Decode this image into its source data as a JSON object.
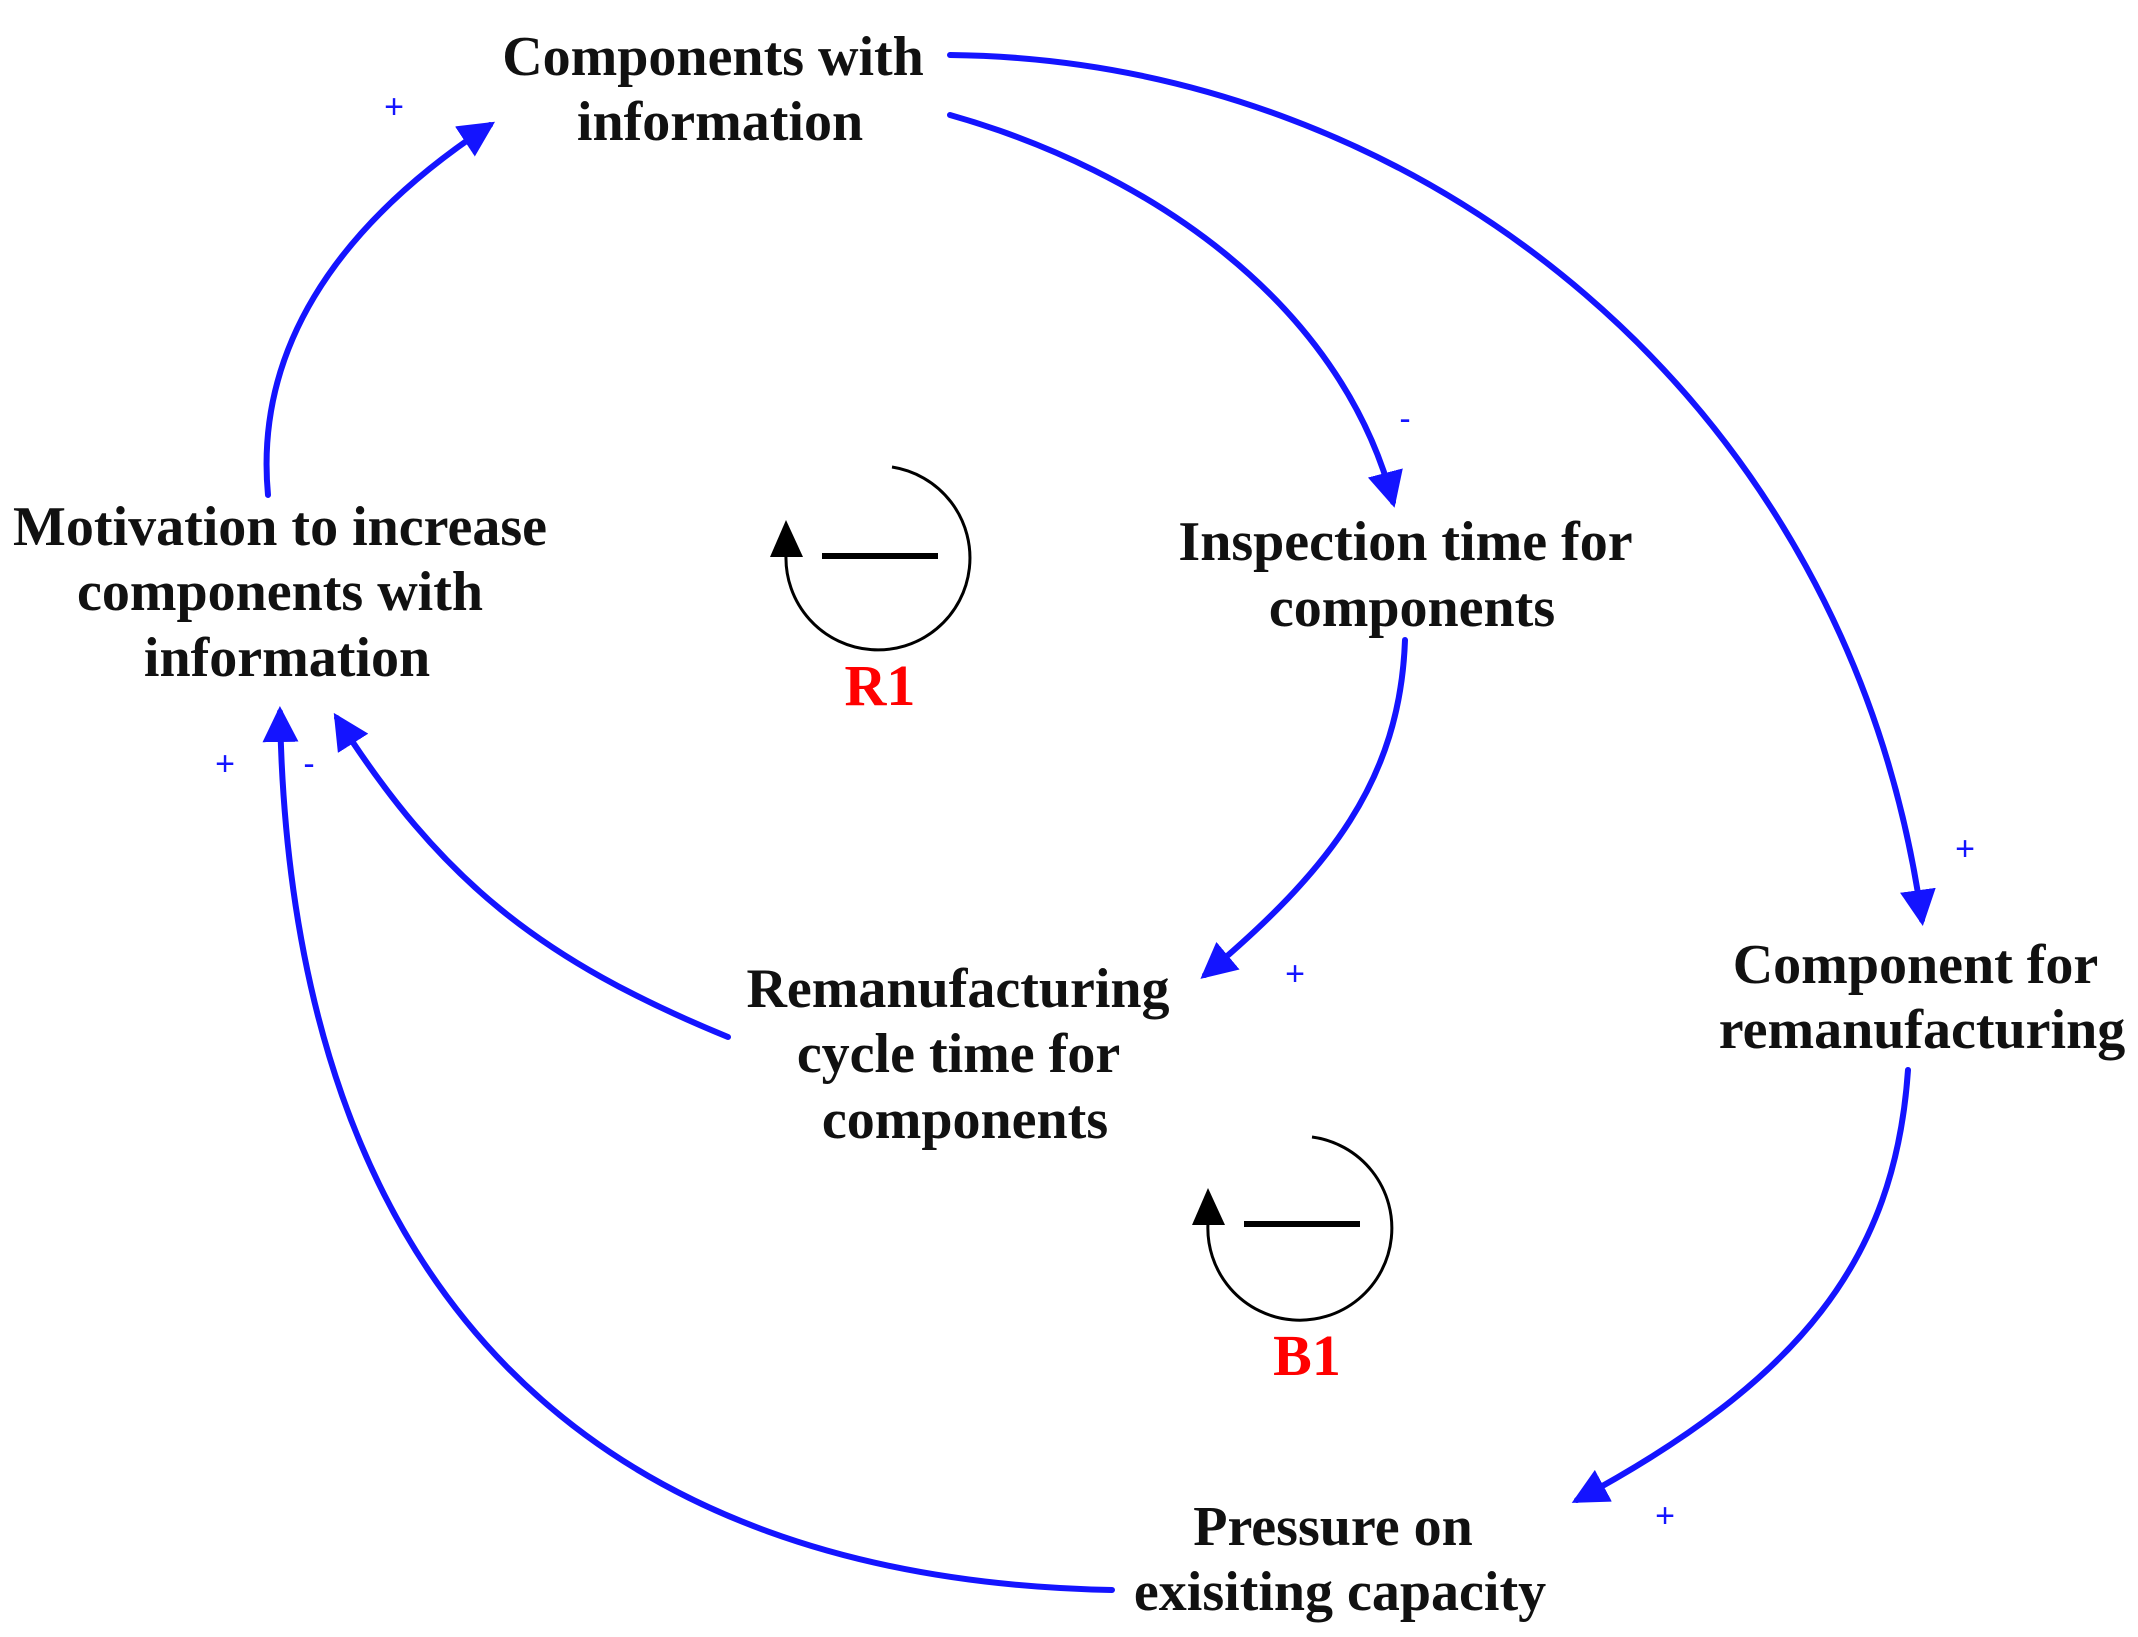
{
  "colors": {
    "link": "#1414ff",
    "loop_label": "#ff0000",
    "text": "#111111",
    "polarity": "#1414ff"
  },
  "nodes": {
    "components_with_information": [
      "Components with",
      "information"
    ],
    "inspection_time": [
      "Inspection time for",
      "components"
    ],
    "motivation": [
      "Motivation to increase",
      "components with",
      "information"
    ],
    "remanufacturing_cycle_time": [
      "Remanufacturing",
      "cycle time for",
      "components"
    ],
    "component_for_remanufacturing": [
      "Component for",
      "remanufacturing"
    ],
    "pressure_on_capacity": [
      "Pressure on",
      "exisiting capacity"
    ]
  },
  "loops": {
    "r1": {
      "label": "R1",
      "type": "reinforcing"
    },
    "b1": {
      "label": "B1",
      "type": "balancing"
    }
  },
  "links": [
    {
      "from": "motivation",
      "to": "components_with_information",
      "polarity": "+"
    },
    {
      "from": "components_with_information",
      "to": "inspection_time",
      "polarity": "-"
    },
    {
      "from": "components_with_information",
      "to": "component_for_remanufacturing",
      "polarity": "+"
    },
    {
      "from": "inspection_time",
      "to": "remanufacturing_cycle_time",
      "polarity": "+"
    },
    {
      "from": "remanufacturing_cycle_time",
      "to": "motivation",
      "polarity": "-"
    },
    {
      "from": "component_for_remanufacturing",
      "to": "pressure_on_capacity",
      "polarity": "+"
    },
    {
      "from": "pressure_on_capacity",
      "to": "motivation",
      "polarity": "+"
    }
  ]
}
